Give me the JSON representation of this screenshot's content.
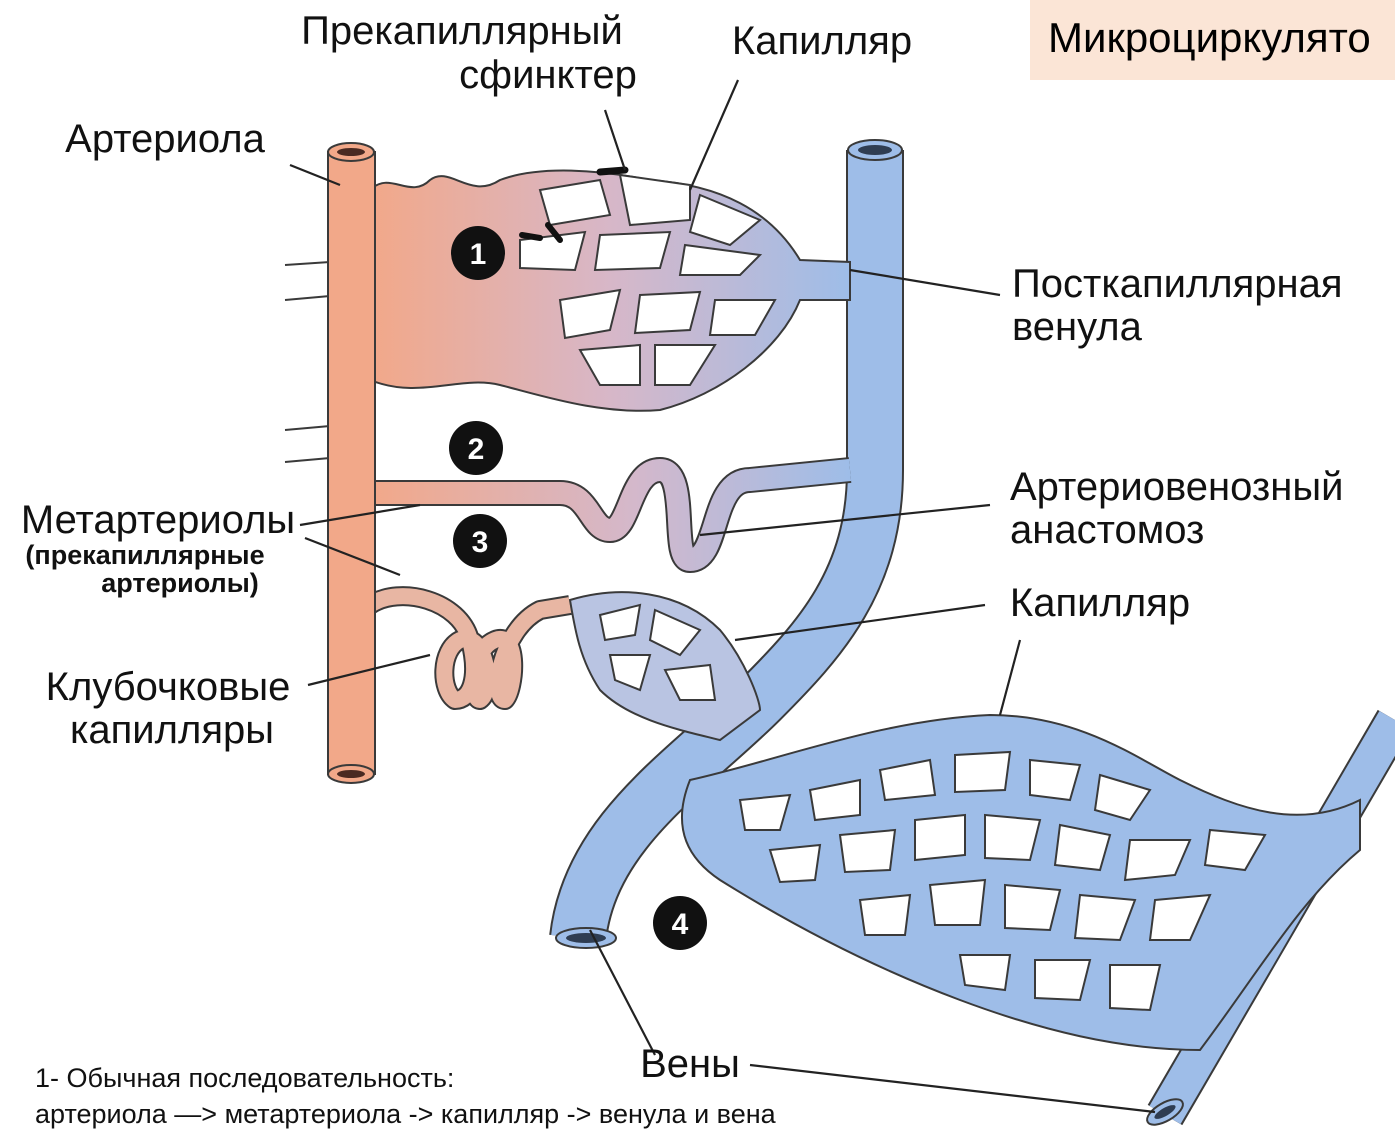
{
  "title": "Микроциркулято",
  "labels": {
    "precap_sphincter_1": "Прекапиллярный",
    "precap_sphincter_2": "сфинктер",
    "capillary_top": "Капилляр",
    "arteriole": "Артериола",
    "postcap_venule_1": "Посткапиллярная",
    "postcap_venule_2": "венула",
    "av_anastomosis_1": "Артериовенозный",
    "av_anastomosis_2": "анастомоз",
    "metarterioles": "Метартериолы",
    "metarterioles_sub_1": "(прекапиллярные",
    "metarterioles_sub_2": "артериолы)",
    "capillary_mid": "Капилляр",
    "glomerular_1": "Клубочковые",
    "glomerular_2": "капилляры",
    "veins": "Вены"
  },
  "markers": [
    "1",
    "2",
    "3",
    "4"
  ],
  "caption": {
    "line1": "1- Обычная последовательность:",
    "line2": "артериола —> метартериола -> капилляр -> венула и вена"
  },
  "colors": {
    "artery": "#f2a889",
    "vein": "#9ebde8",
    "title_bg": "#fbe5d6"
  }
}
